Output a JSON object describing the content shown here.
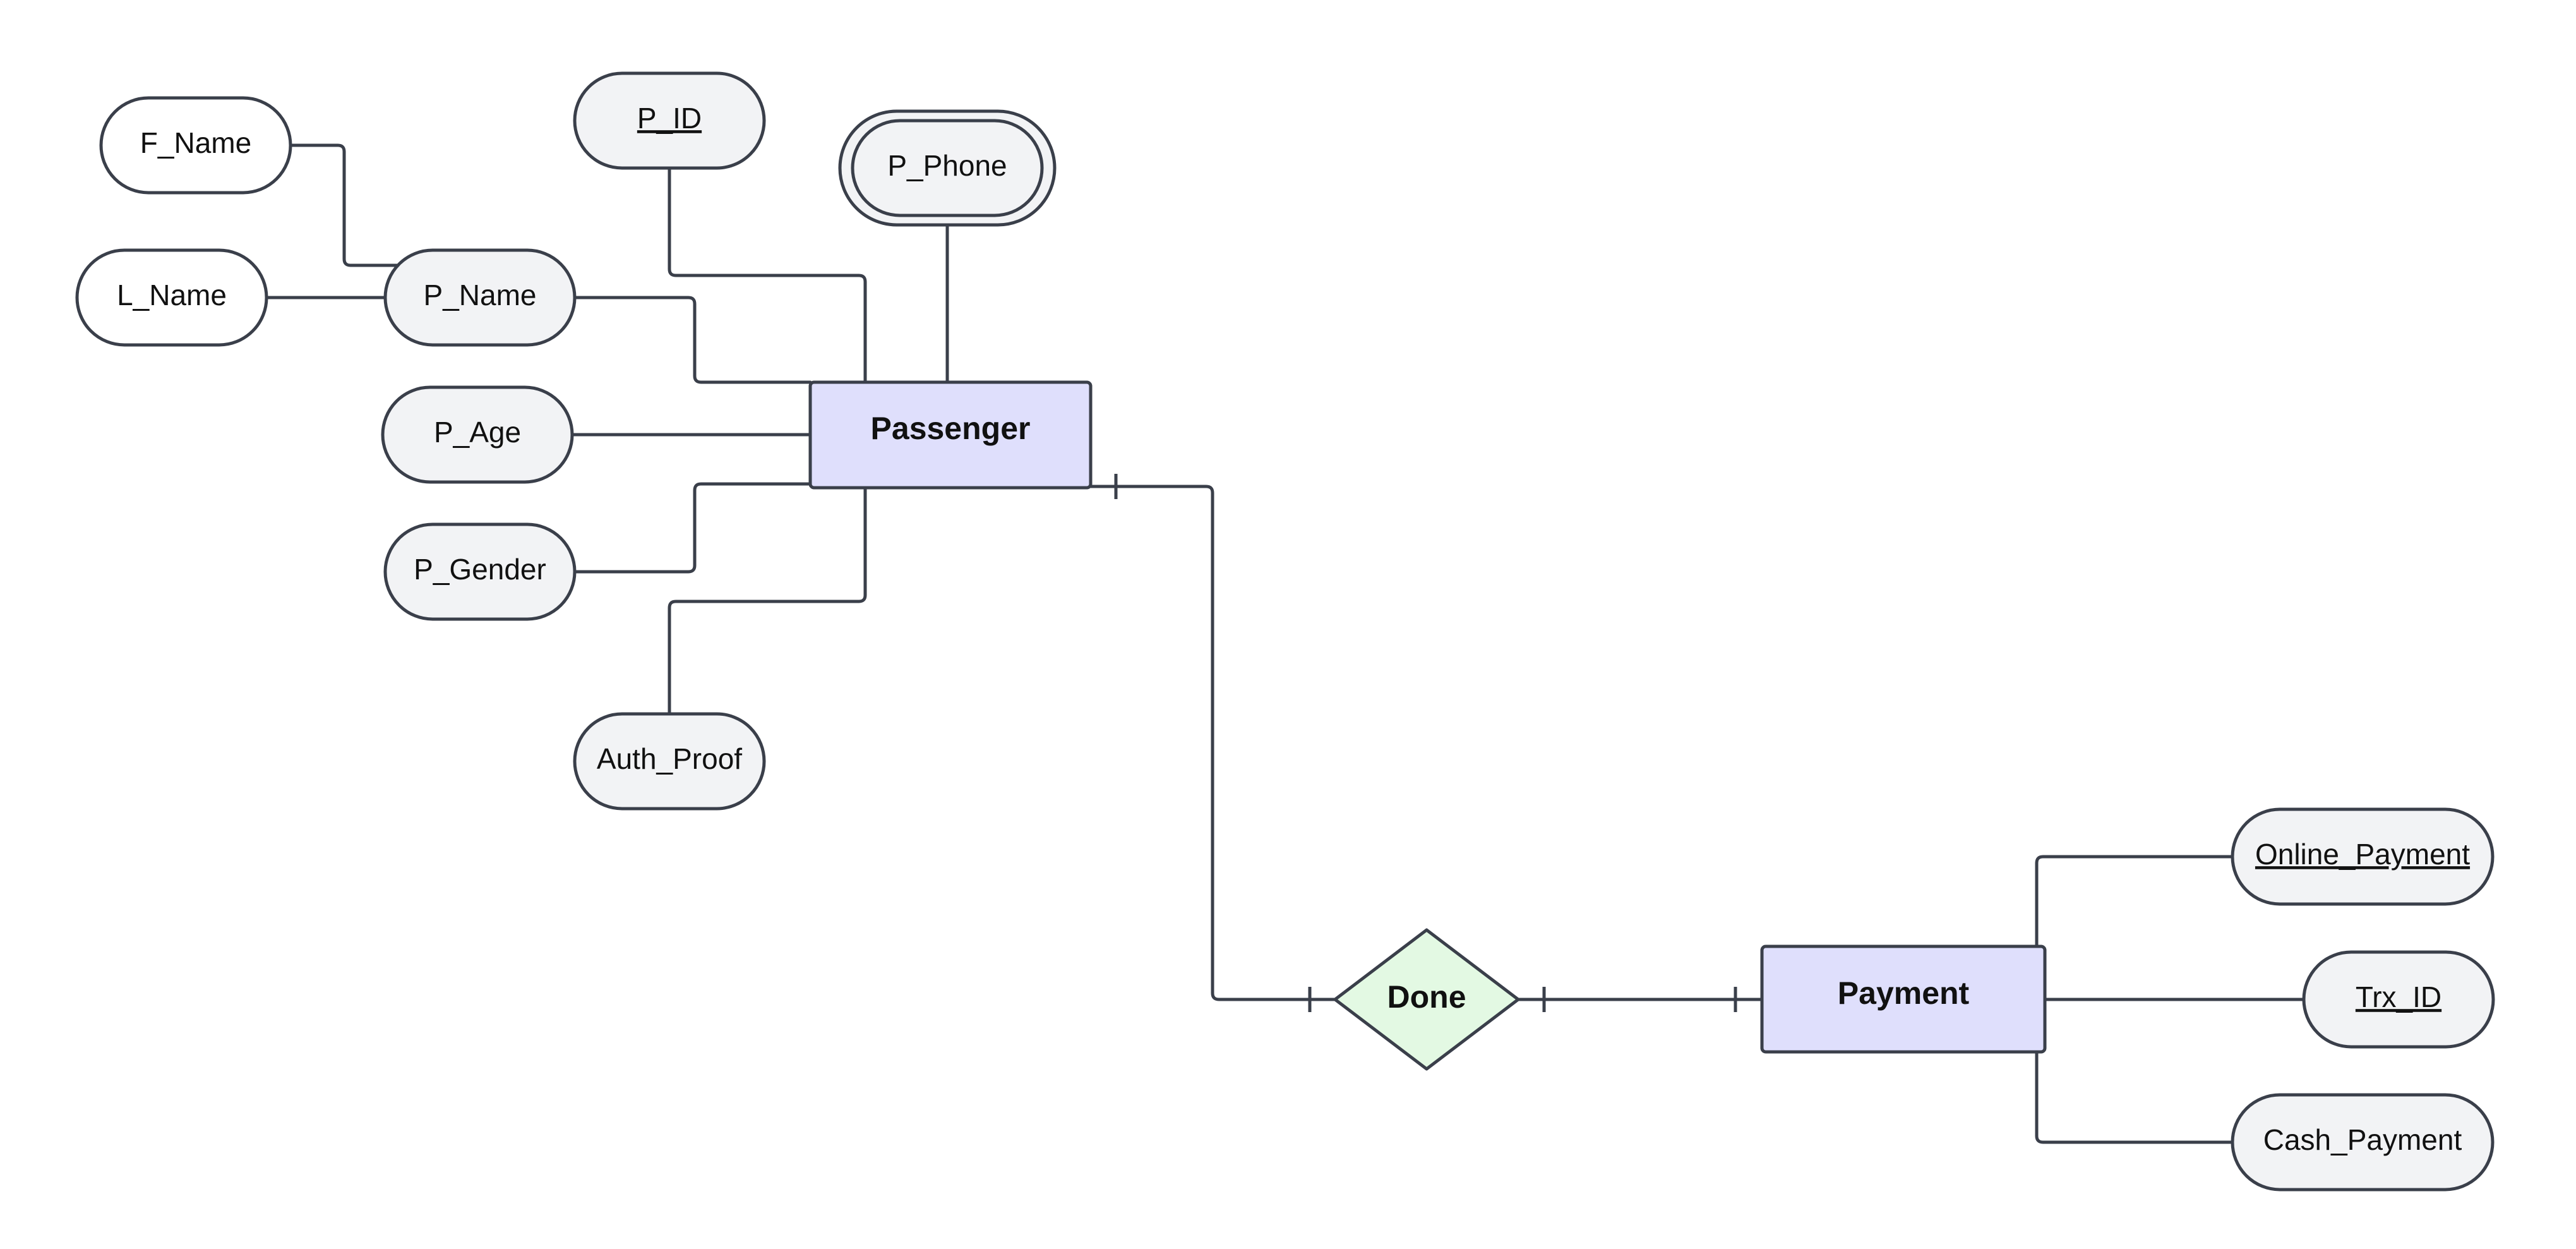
{
  "entities": {
    "passenger": "Passenger",
    "payment": "Payment"
  },
  "relationship": {
    "done": "Done"
  },
  "attributes": {
    "f_name": "F_Name",
    "l_name": "L_Name",
    "p_name": "P_Name",
    "p_id": "P_ID",
    "p_phone": "P_Phone",
    "p_age": "P_Age",
    "p_gender": "P_Gender",
    "auth_proof": "Auth_Proof",
    "online_payment": "Online_Payment",
    "trx_id": "Trx_ID",
    "cash_payment": "Cash_Payment"
  },
  "colors": {
    "entity_fill": "#dfdffc",
    "relationship_fill": "#e3f9e3",
    "attribute_fill": "#f2f3f5",
    "stroke": "#3a3f4a"
  }
}
